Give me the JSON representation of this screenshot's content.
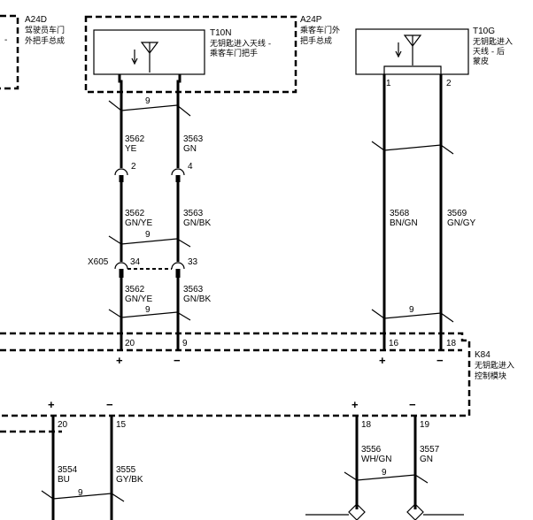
{
  "components": {
    "a24d": {
      "code": "A24D",
      "line1": "驾驶员车门",
      "line2": "外把手总成"
    },
    "t10n": {
      "code": "T10N",
      "line1": "无钥匙进入天线 -",
      "line2": "乘客车门把手"
    },
    "a24p": {
      "code": "A24P",
      "line1": "乘客车门外",
      "line2": "把手总成"
    },
    "t10g": {
      "code": "T10G",
      "line1": "无钥匙进入",
      "line2": "天线 - 后",
      "line3": "蒙皮",
      "pin1": "1",
      "pin2": "2"
    },
    "k84": {
      "code": "K84",
      "line1": "无钥匙进入",
      "line2": "控制模块"
    }
  },
  "connector_x605": {
    "label": "X605",
    "pin_left": "34",
    "pin_right": "33"
  },
  "inline_pins": {
    "left": "2",
    "right": "4"
  },
  "twist_label": "9",
  "wires": {
    "t10n_left": {
      "circuit": "3562",
      "color": "YE"
    },
    "t10n_right": {
      "circuit": "3563",
      "color": "GN"
    },
    "mid_left": {
      "circuit": "3562",
      "color": "GN/YE"
    },
    "mid_right": {
      "circuit": "3563",
      "color": "GN/BK"
    },
    "low_left": {
      "circuit": "3562",
      "color": "GN/YE"
    },
    "low_right": {
      "circuit": "3563",
      "color": "GN/BK"
    },
    "t10g_left": {
      "circuit": "3568",
      "color": "BN/GN"
    },
    "t10g_right": {
      "circuit": "3569",
      "color": "GN/GY"
    },
    "bottom_a": {
      "circuit": "3554",
      "color": "BU"
    },
    "bottom_b": {
      "circuit": "3555",
      "color": "GY/BK"
    },
    "bottom_c": {
      "circuit": "3556",
      "color": "WH/GN"
    },
    "bottom_d": {
      "circuit": "3557",
      "color": "GN"
    }
  },
  "k84_pins": {
    "top": [
      {
        "pin": "20",
        "sign": "+"
      },
      {
        "pin": "9",
        "sign": "−"
      },
      {
        "pin": "16",
        "sign": "+"
      },
      {
        "pin": "18",
        "sign": "−"
      }
    ],
    "bottom": [
      {
        "pin": "20",
        "sign": "+"
      },
      {
        "pin": "15",
        "sign": "−"
      },
      {
        "pin": "18",
        "sign": "+"
      },
      {
        "pin": "19",
        "sign": "−"
      }
    ]
  }
}
